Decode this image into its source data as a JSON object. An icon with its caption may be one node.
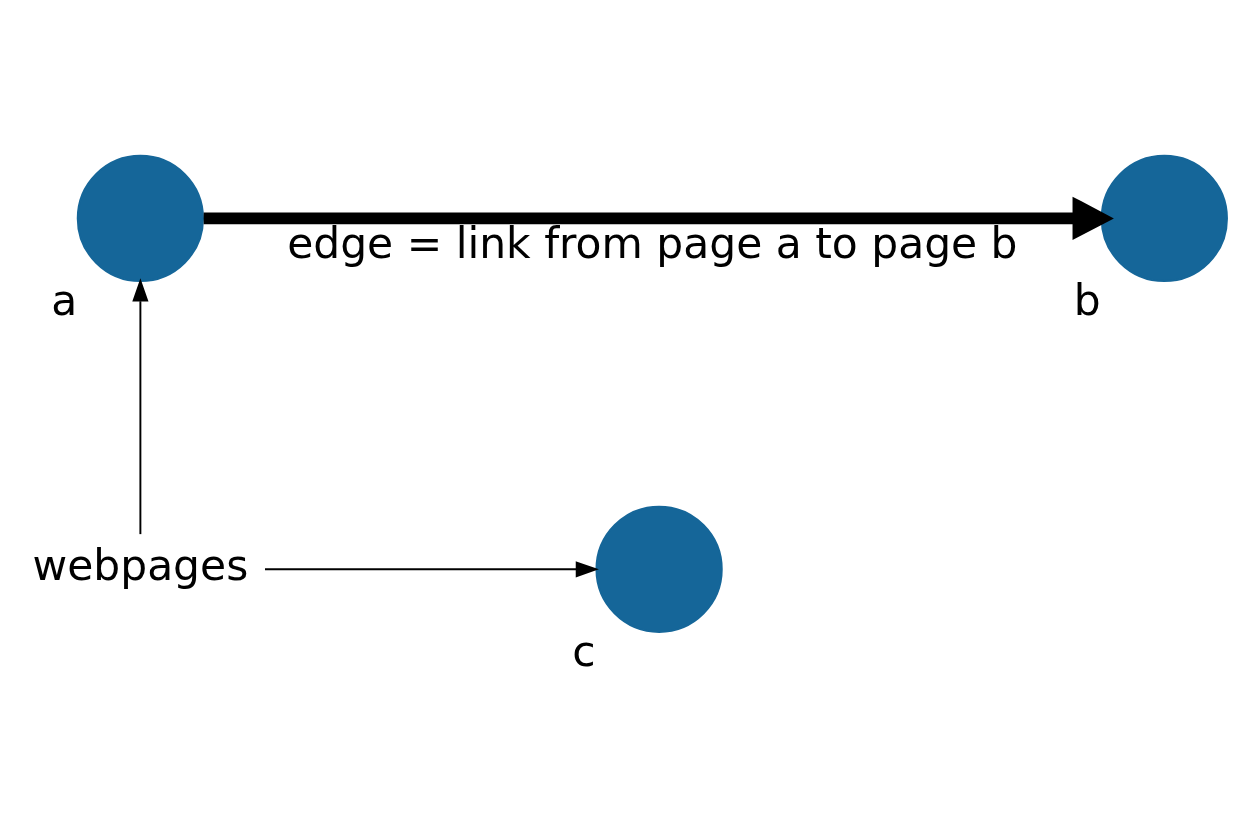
{
  "diagram": {
    "nodes": [
      {
        "text": [],
        "shape": "circle",
        "beside": [
          "a"
        ]
      },
      {
        "text": [],
        "shape": "circle",
        "beside": [
          "b"
        ]
      },
      {
        "text": [],
        "shape": "circle",
        "beside": [
          "c"
        ]
      },
      {
        "text": [
          "webpages"
        ]
      }
    ],
    "edges": [
      {
        "from": 0,
        "to": 1,
        "arrow": "to",
        "style": "thick",
        "label": "edge = link from page a to page b"
      },
      {
        "from": 3,
        "to": 0,
        "arrow": "to"
      },
      {
        "from": 3,
        "to": 2,
        "arrow": "to"
      }
    ]
  }
}
